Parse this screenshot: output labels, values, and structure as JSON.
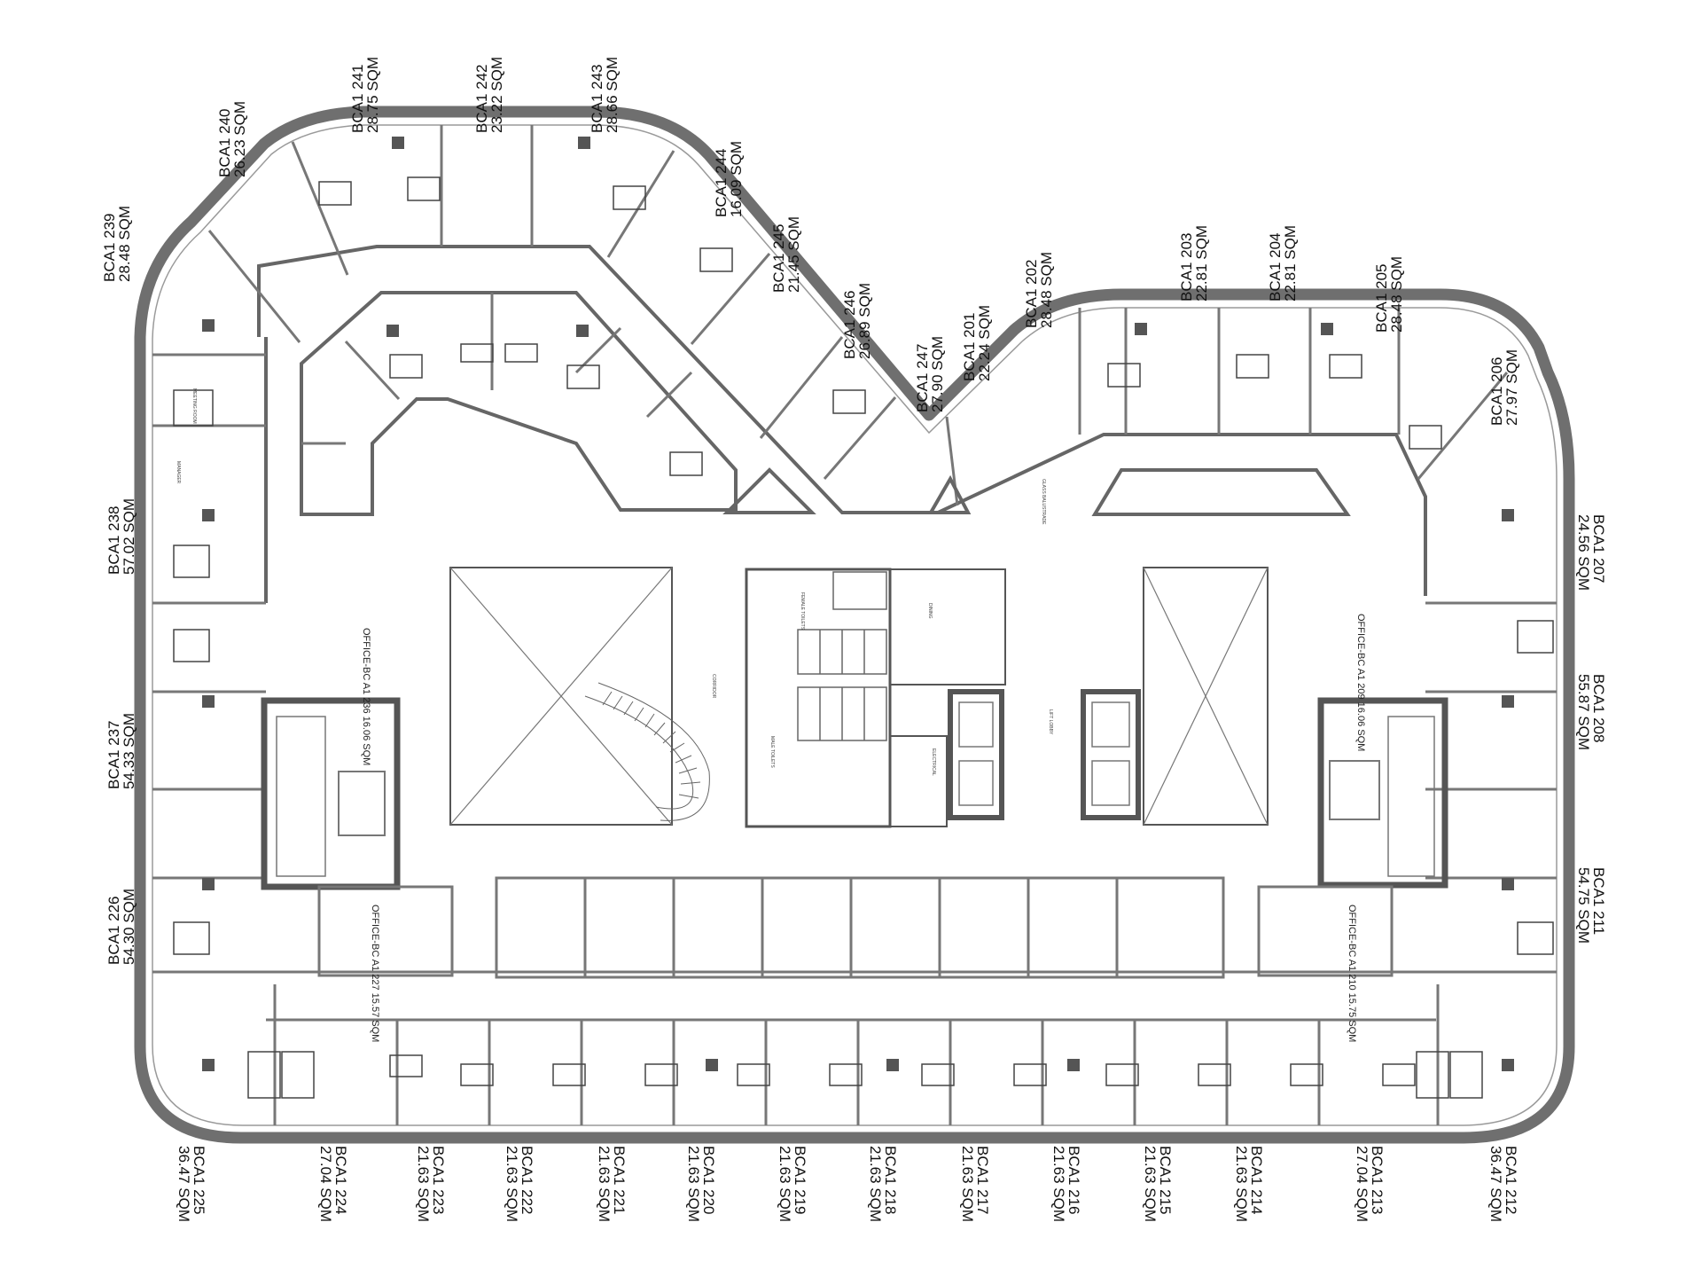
{
  "units": [
    {
      "id": "BCA1 241",
      "area": "28.75 SQM"
    },
    {
      "id": "BCA1 242",
      "area": "23.22 SQM"
    },
    {
      "id": "BCA1 243",
      "area": "28.66 SQM"
    },
    {
      "id": "BCA1 240",
      "area": "26.23 SQM"
    },
    {
      "id": "BCA1 239",
      "area": "28.48 SQM"
    },
    {
      "id": "BCA1 244",
      "area": "16.09 SQM"
    },
    {
      "id": "BCA1 245",
      "area": "21.45 SQM"
    },
    {
      "id": "BCA1 246",
      "area": "26.89 SQM"
    },
    {
      "id": "BCA1 247",
      "area": "27.90 SQM"
    },
    {
      "id": "BCA1 201",
      "area": "22.24 SQM"
    },
    {
      "id": "BCA1 202",
      "area": "28.48 SQM"
    },
    {
      "id": "BCA1 203",
      "area": "22.81 SQM"
    },
    {
      "id": "BCA1 204",
      "area": "22.81 SQM"
    },
    {
      "id": "BCA1 205",
      "area": "28.48 SQM"
    },
    {
      "id": "BCA1 206",
      "area": "27.97 SQM"
    },
    {
      "id": "BCA1 238",
      "area": "57.02 SQM"
    },
    {
      "id": "BCA1 237",
      "area": "54.33 SQM"
    },
    {
      "id": "BCA1 226",
      "area": "54.30 SQM"
    },
    {
      "id": "BCA1 207",
      "area": "24.56 SQM"
    },
    {
      "id": "BCA1 208",
      "area": "55.87 SQM"
    },
    {
      "id": "BCA1 211",
      "area": "54.75 SQM"
    },
    {
      "id": "BCA1 225",
      "area": "36.47 SQM"
    },
    {
      "id": "BCA1 224",
      "area": "27.04 SQM"
    },
    {
      "id": "BCA1 223",
      "area": "21.63 SQM"
    },
    {
      "id": "BCA1 222",
      "area": "21.63 SQM"
    },
    {
      "id": "BCA1 221",
      "area": "21.63 SQM"
    },
    {
      "id": "BCA1 220",
      "area": "21.63 SQM"
    },
    {
      "id": "BCA1 219",
      "area": "21.63 SQM"
    },
    {
      "id": "BCA1 218",
      "area": "21.63 SQM"
    },
    {
      "id": "BCA1 217",
      "area": "21.63 SQM"
    },
    {
      "id": "BCA1 216",
      "area": "21.63 SQM"
    },
    {
      "id": "BCA1 215",
      "area": "21.63 SQM"
    },
    {
      "id": "BCA1 214",
      "area": "21.63 SQM"
    },
    {
      "id": "BCA1 213",
      "area": "27.04 SQM"
    },
    {
      "id": "BCA1 212",
      "area": "36.47 SQM"
    }
  ],
  "inner_labels": {
    "office_236": {
      "id": "OFFICE-BC A1 236",
      "area": "16.06 SQM"
    },
    "office_209": {
      "id": "OFFICE-BC A1 209",
      "area": "16.06 SQM"
    },
    "office_227": {
      "id": "OFFICE-BC A1 227",
      "area": "15.57 SQM"
    },
    "office_210": {
      "id": "OFFICE-BC A1 210",
      "area": "15.75 SQM"
    },
    "lift_lobby": "LIFT LOBBY",
    "corridor": "CORRIDOR",
    "glass_balustrade": "GLASS BALUSTRADE",
    "dining": "DINING",
    "female_toilets": "FEMALE TOILETS",
    "male_toilets": "MALE TOILETS",
    "electrical": "ELECTRICAL",
    "meeting_room": "MEETING ROOM",
    "manager": "MANAGER"
  },
  "colors": {
    "wall": "#6f6f6f",
    "wall_dark": "#555555",
    "line": "#555555",
    "thin": "#8a8a8a",
    "fill_light": "#d9d9d9",
    "text": "#111111"
  }
}
